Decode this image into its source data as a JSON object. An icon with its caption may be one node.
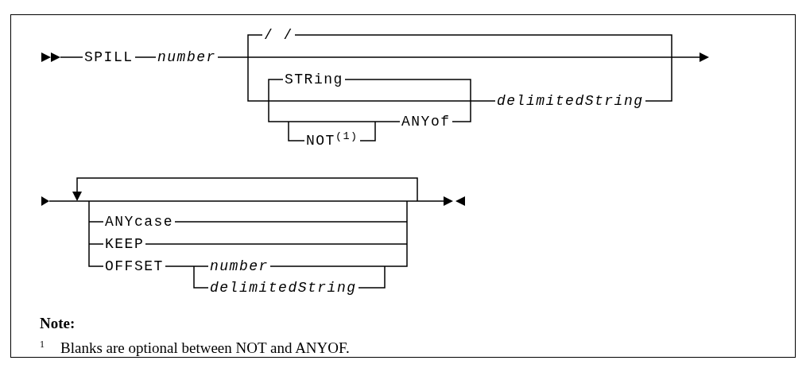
{
  "diagram": {
    "labels": [
      "SPILL",
      "number",
      "/ /",
      "STRing",
      "delimitedString",
      "ANYof",
      "NOT$^{(1)}$",
      "ANYcase",
      "KEEP",
      "OFFSET",
      "number",
      "delimitedString",
      "Note:",
      "1",
      "Blanks are optional between NOT and ANYOF."
    ]
  }
}
